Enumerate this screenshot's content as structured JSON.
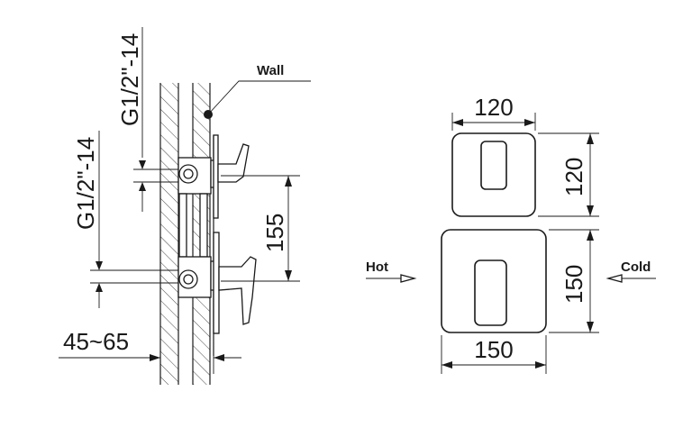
{
  "labels": {
    "wall": "Wall",
    "thread_top": "G1/2\"-14",
    "thread_bottom": "G1/2\"-14",
    "depth_range": "45~65",
    "spacing": "155",
    "top_width": "120",
    "top_height": "120",
    "bottom_width": "150",
    "bottom_height": "150",
    "hot": "Hot",
    "cold": "Cold"
  },
  "colors": {
    "line": "#1a1a1a",
    "background": "#ffffff"
  }
}
